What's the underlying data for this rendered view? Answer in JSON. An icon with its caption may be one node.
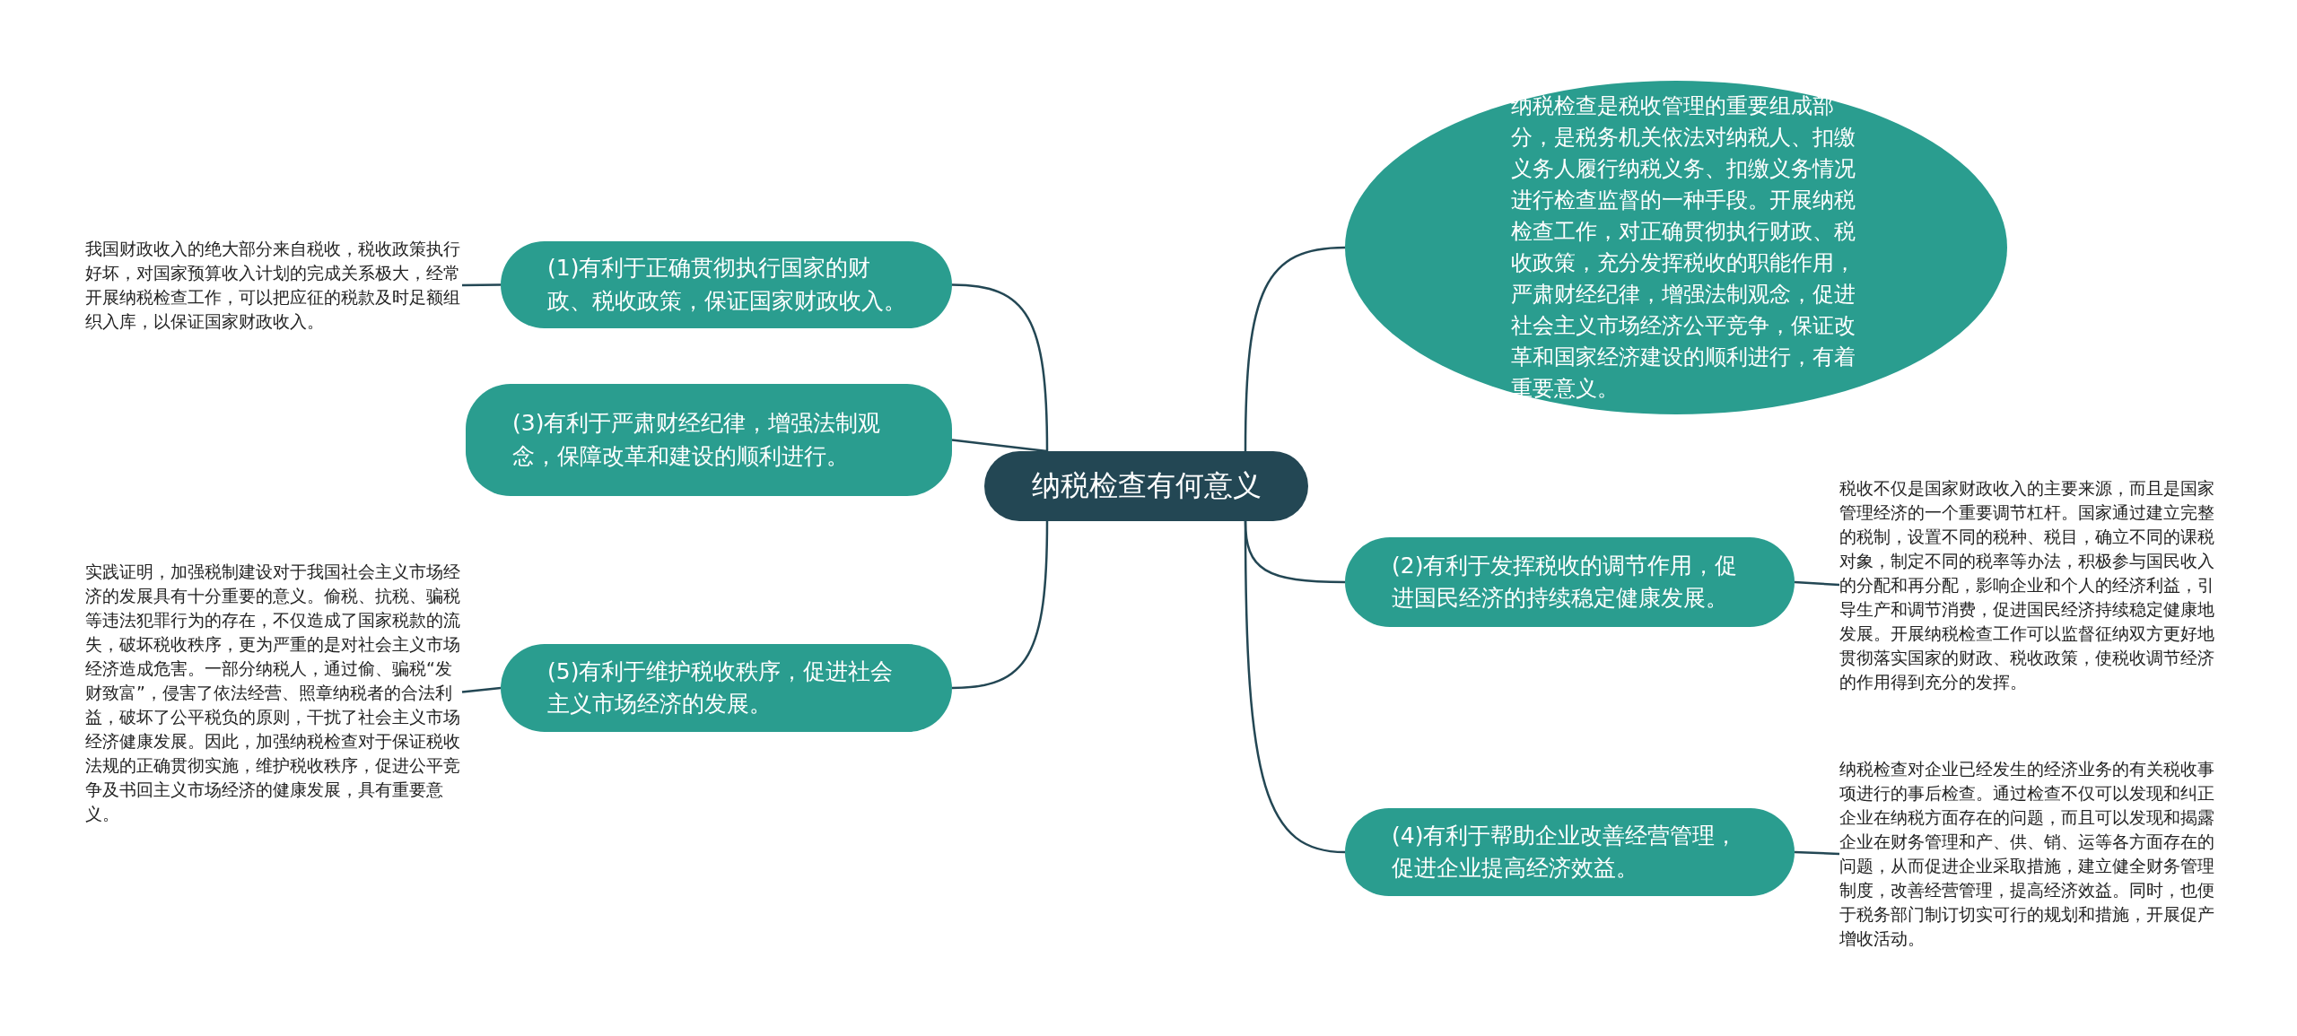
{
  "diagram": {
    "nodes": [
      {
        "text": [
          "纳税检查有何意义"
        ]
      },
      {
        "text": [
          "纳税检查是税收管理的重要组成部分，是税务机关依法对纳税人、扣缴义务人履行纳税义务、扣缴义务情况进行检查监督的一种手段。开展纳税检查工作，对正确贯彻执行财政、税收政策，充分发挥税收的职能作用，严肃财经纪律，增强法制观念，促进社会主义市场经济公平竞争，保证改革和国家经济建设的顺利进行，有着重要意义。"
        ]
      },
      {
        "text": [
          "(1)有利于正确贯彻执行国家的财政、税收政策，保证国家财政收入。"
        ]
      },
      {
        "text": [
          "我国财政收入的绝大部分来自税收，税收政策执行好坏，对国家预算收入计划的完成关系极大，经常开展纳税检查工作，可以把应征的税款及时足额组织入库，以保证国家财政收入。"
        ]
      },
      {
        "text": [
          "(3)有利于严肃财经纪律，增强法制观念，保障改革和建设的顺利进行。"
        ]
      },
      {
        "text": [
          "(2)有利于发挥税收的调节作用，促进国民经济的持续稳定健康发展。"
        ]
      },
      {
        "text": [
          "税收不仅是国家财政收入的主要来源，而且是国家管理经济的一个重要调节杠杆。国家通过建立完整的税制，设置不同的税种、税目，确立不同的课税对象，制定不同的税率等办法，积极参与国民收入的分配和再分配，影响企业和个人的经济利益，引导生产和调节消费，促进国民经济持续稳定健康地发展。开展纳税检查工作可以监督征纳双方更好地贯彻落实国家的财政、税收政策，使税收调节经济的作用得到充分的发挥。"
        ]
      },
      {
        "text": [
          "(5)有利于维护税收秩序，促进社会主义市场经济的发展。"
        ]
      },
      {
        "text": [
          "实践证明，加强税制建设对于我国社会主义市场经济的发展具有十分重要的意义。偷税、抗税、骗税等违法犯罪行为的存在，不仅造成了国家税款的流失，破坏税收秩序，更为严重的是对社会主义市场经济造成危害。一部分纳税人，通过偷、骗税“发财致富”，侵害了依法经营、照章纳税者的合法利益，破坏了公平税负的原则，干扰了社会主义市场经济健康发展。因此，加强纳税检查对于保证税收法规的正确贯彻实施，维护税收秩序，促进公平竞争及书回主义市场经济的健康发展，具有重要意义。"
        ]
      },
      {
        "text": [
          "(4)有利于帮助企业改善经营管理，促进企业提高经济效益。"
        ]
      },
      {
        "text": [
          "纳税检查对企业已经发生的经济业务的有关税收事项进行的事后检查。通过检查不仅可以发现和纠正企业在纳税方面存在的问题，而且可以发现和揭露企业在财务管理和产、供、销、运等各方面存在的问题，从而促进企业采取措施，建立健全财务管理制度，改善经营管理，提高经济效益。同时，也便于税务部门制订切实可行的规划和措施，开展促产增收活动。"
        ]
      }
    ],
    "edges": [
      {
        "from": 0,
        "to": 1,
        "arrow": "none"
      },
      {
        "from": 0,
        "to": 2,
        "arrow": "none"
      },
      {
        "from": 2,
        "to": 3,
        "arrow": "none"
      },
      {
        "from": 0,
        "to": 4,
        "arrow": "none"
      },
      {
        "from": 0,
        "to": 5,
        "arrow": "none"
      },
      {
        "from": 5,
        "to": 6,
        "arrow": "none"
      },
      {
        "from": 0,
        "to": 7,
        "arrow": "none"
      },
      {
        "from": 7,
        "to": 8,
        "arrow": "none"
      },
      {
        "from": 0,
        "to": 9,
        "arrow": "none"
      },
      {
        "from": 9,
        "to": 10,
        "arrow": "none"
      }
    ]
  }
}
